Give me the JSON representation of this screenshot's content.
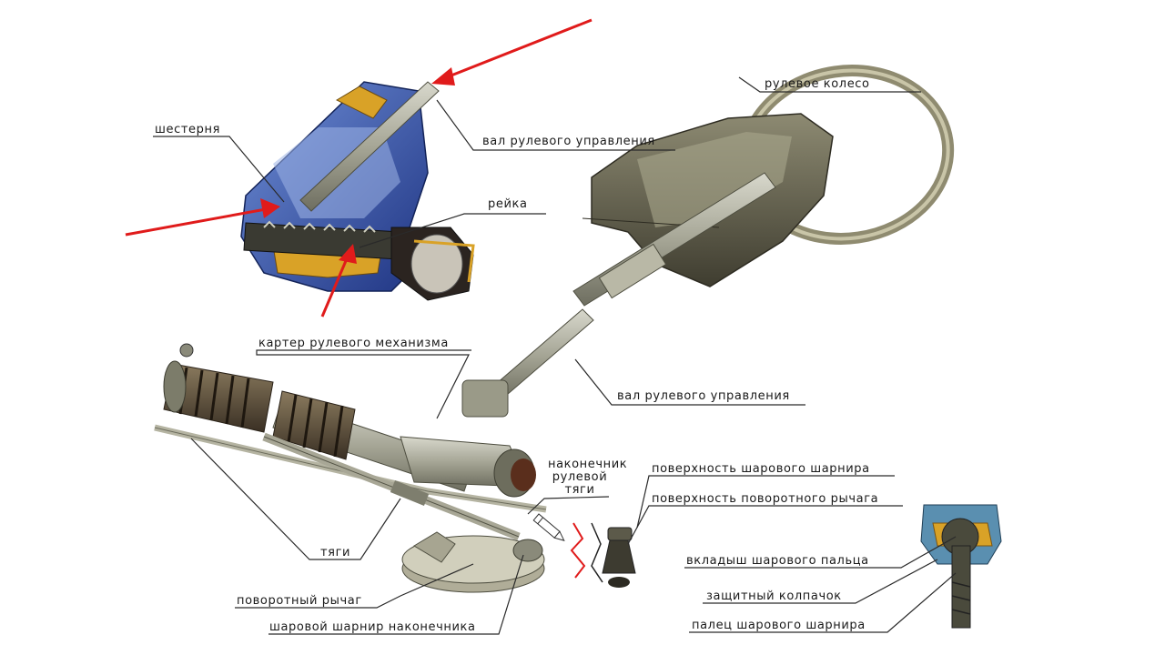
{
  "colors": {
    "background": "#ffffff",
    "arrow": "#e01b1b",
    "leader": "#2a2a2a",
    "metal": "#9a9a8c",
    "housing_blue": "#2f4fa8",
    "housing_orange": "#d9a227",
    "dark": "#3b3b33"
  },
  "labels": {
    "shesternya": "шестерня",
    "val_top": "вал рулевого управления",
    "reyka": "рейка",
    "rulevoe_koleso": "рулевое колесо",
    "karter": "картер рулевого механизма",
    "val_mid": "вал рулевого управления",
    "nakonechnik_1": "наконечник",
    "nakonechnik_2": "рулевой",
    "nakonechnik_3": "тяги",
    "pov_sharovogo": "поверхность шарового шарнира",
    "pov_povorotnogo": "поверхность поворотного рычага",
    "vkladysh": "вкладыш шарового пальца",
    "zashchitny": "защитный колпачок",
    "palets": "палец шарового шарнира",
    "tyagi": "тяги",
    "povorotny": "поворотный рычаг",
    "sharovoy_sharnir": "шаровой шарнир наконечника"
  },
  "icons": {
    "pencil": "pencil-icon"
  }
}
